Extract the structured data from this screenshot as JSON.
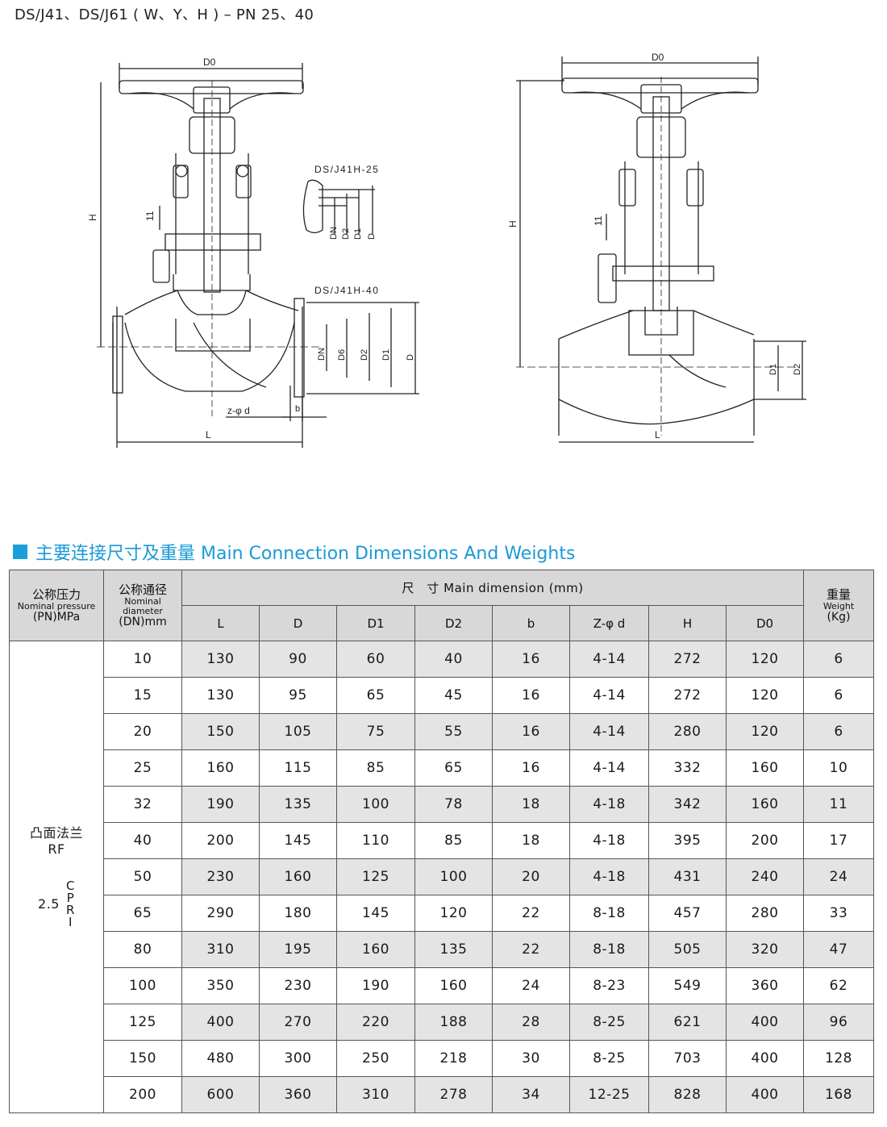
{
  "header": {
    "title": "DS/J41、DS/J61 ( W、Y、H ) – PN 25、40"
  },
  "drawing": {
    "left_view": {
      "labels": {
        "d0": "D0",
        "h": "H",
        "l": "L",
        "eleven": "11",
        "variant_25": "DS/J41H-25",
        "variant_40": "DS/J41H-40",
        "dims_25": [
          "DN",
          "D2",
          "D1",
          "D"
        ],
        "dims_40": [
          "DN",
          "D6",
          "D2",
          "D1",
          "D"
        ],
        "zphid": "z-φ d",
        "b": "b"
      }
    },
    "right_view": {
      "labels": {
        "d0": "D0",
        "h": "H",
        "l": "L",
        "eleven": "11",
        "d1": "D1",
        "d2": "D2"
      }
    }
  },
  "section": {
    "title": "主要连接尺寸及重量 Main Connection Dimensions And Weights",
    "accent_color": "#1a9ad6"
  },
  "table": {
    "pressure_header_cn": "公称压力",
    "pressure_header_en": "Nominal pressure",
    "pressure_header_unit": "(PN)MPa",
    "diameter_header_cn": "公称通径",
    "diameter_header_en": "Nominal diameter",
    "diameter_header_unit": "(DN)mm",
    "main_dim_header": "尺　寸  Main dimension  (mm)",
    "weight_header_cn": "重量",
    "weight_header_en": "Weight",
    "weight_header_unit": "(Kg)",
    "columns": [
      "L",
      "D",
      "D1",
      "D2",
      "b",
      "Z-φ  d",
      "H",
      "D0"
    ],
    "pressure_cell": {
      "face_cn": "凸面法兰",
      "face_en": "RF",
      "pn": "2.5",
      "cpri": [
        "C",
        "P",
        "R",
        "I"
      ]
    },
    "rows": [
      [
        "10",
        "130",
        "90",
        "60",
        "40",
        "16",
        "4-14",
        "272",
        "120",
        "6"
      ],
      [
        "15",
        "130",
        "95",
        "65",
        "45",
        "16",
        "4-14",
        "272",
        "120",
        "6"
      ],
      [
        "20",
        "150",
        "105",
        "75",
        "55",
        "16",
        "4-14",
        "280",
        "120",
        "6"
      ],
      [
        "25",
        "160",
        "115",
        "85",
        "65",
        "16",
        "4-14",
        "332",
        "160",
        "10"
      ],
      [
        "32",
        "190",
        "135",
        "100",
        "78",
        "18",
        "4-18",
        "342",
        "160",
        "11"
      ],
      [
        "40",
        "200",
        "145",
        "110",
        "85",
        "18",
        "4-18",
        "395",
        "200",
        "17"
      ],
      [
        "50",
        "230",
        "160",
        "125",
        "100",
        "20",
        "4-18",
        "431",
        "240",
        "24"
      ],
      [
        "65",
        "290",
        "180",
        "145",
        "120",
        "22",
        "8-18",
        "457",
        "280",
        "33"
      ],
      [
        "80",
        "310",
        "195",
        "160",
        "135",
        "22",
        "8-18",
        "505",
        "320",
        "47"
      ],
      [
        "100",
        "350",
        "230",
        "190",
        "160",
        "24",
        "8-23",
        "549",
        "360",
        "62"
      ],
      [
        "125",
        "400",
        "270",
        "220",
        "188",
        "28",
        "8-25",
        "621",
        "400",
        "96"
      ],
      [
        "150",
        "480",
        "300",
        "250",
        "218",
        "30",
        "8-25",
        "703",
        "400",
        "128"
      ],
      [
        "200",
        "600",
        "360",
        "310",
        "278",
        "34",
        "12-25",
        "828",
        "400",
        "168"
      ]
    ]
  }
}
